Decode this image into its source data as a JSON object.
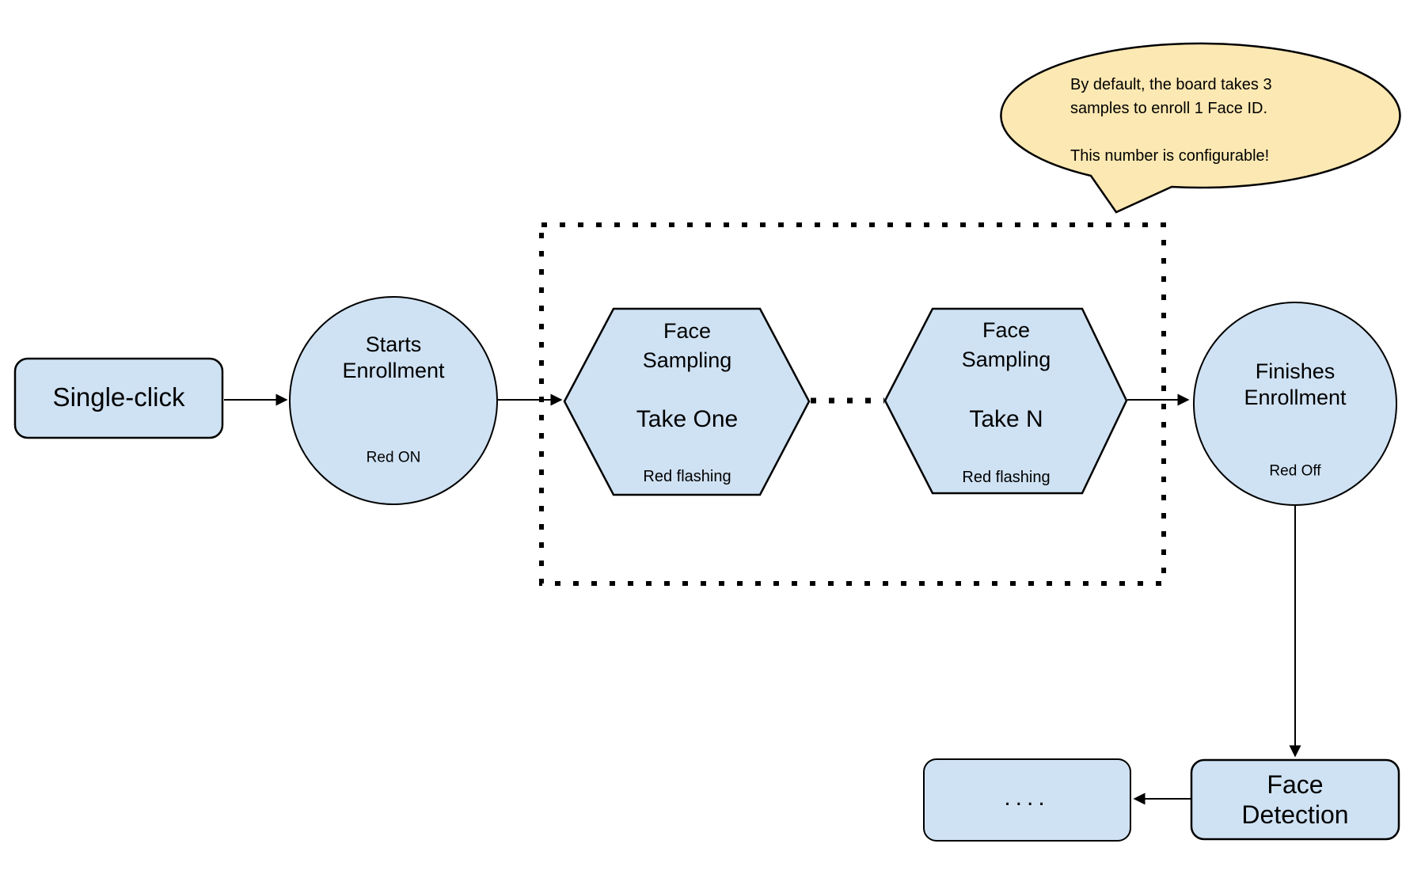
{
  "callout": {
    "text": "By default, the board takes 3\nsamples to enroll 1 Face ID.\n\nThis number is configurable!"
  },
  "nodes": {
    "single_click": {
      "label": "Single-click"
    },
    "starts_enrollment": {
      "title": "Starts\nEnrollment",
      "status": "Red ON"
    },
    "face_sampling_take_one": {
      "title": "Face\nSampling",
      "take": "Take One",
      "status": "Red flashing"
    },
    "face_sampling_take_n": {
      "title": "Face\nSampling",
      "take": "Take N",
      "status": "Red flashing"
    },
    "finishes_enrollment": {
      "title": "Finishes\nEnrollment",
      "status": "Red Off"
    },
    "face_detection": {
      "label": "Face\nDetection"
    },
    "continuation": {
      "label": "...."
    }
  },
  "colors": {
    "node_fill": "#CFE2F3",
    "node_stroke": "#000000",
    "callout_fill": "#FCE8B2",
    "line_color": "#000000"
  }
}
